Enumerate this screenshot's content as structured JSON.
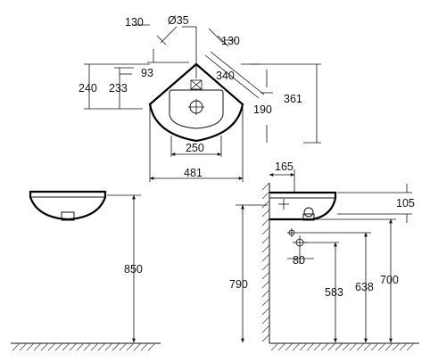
{
  "plan_view": {
    "dims": {
      "angle_left_130": "130",
      "diameter_35": "Ø35",
      "angle_right_130": "130",
      "d93": "93",
      "d340": "340",
      "d240": "240",
      "d233": "233",
      "d190": "190",
      "d361": "361",
      "d250": "250",
      "d481": "481"
    }
  },
  "front_view": {
    "dims": {
      "height_850": "850"
    }
  },
  "side_view": {
    "dims": {
      "d165": "165",
      "d105": "105",
      "d790": "790",
      "d80": "80",
      "d583": "583",
      "d638": "638",
      "d700": "700"
    }
  }
}
